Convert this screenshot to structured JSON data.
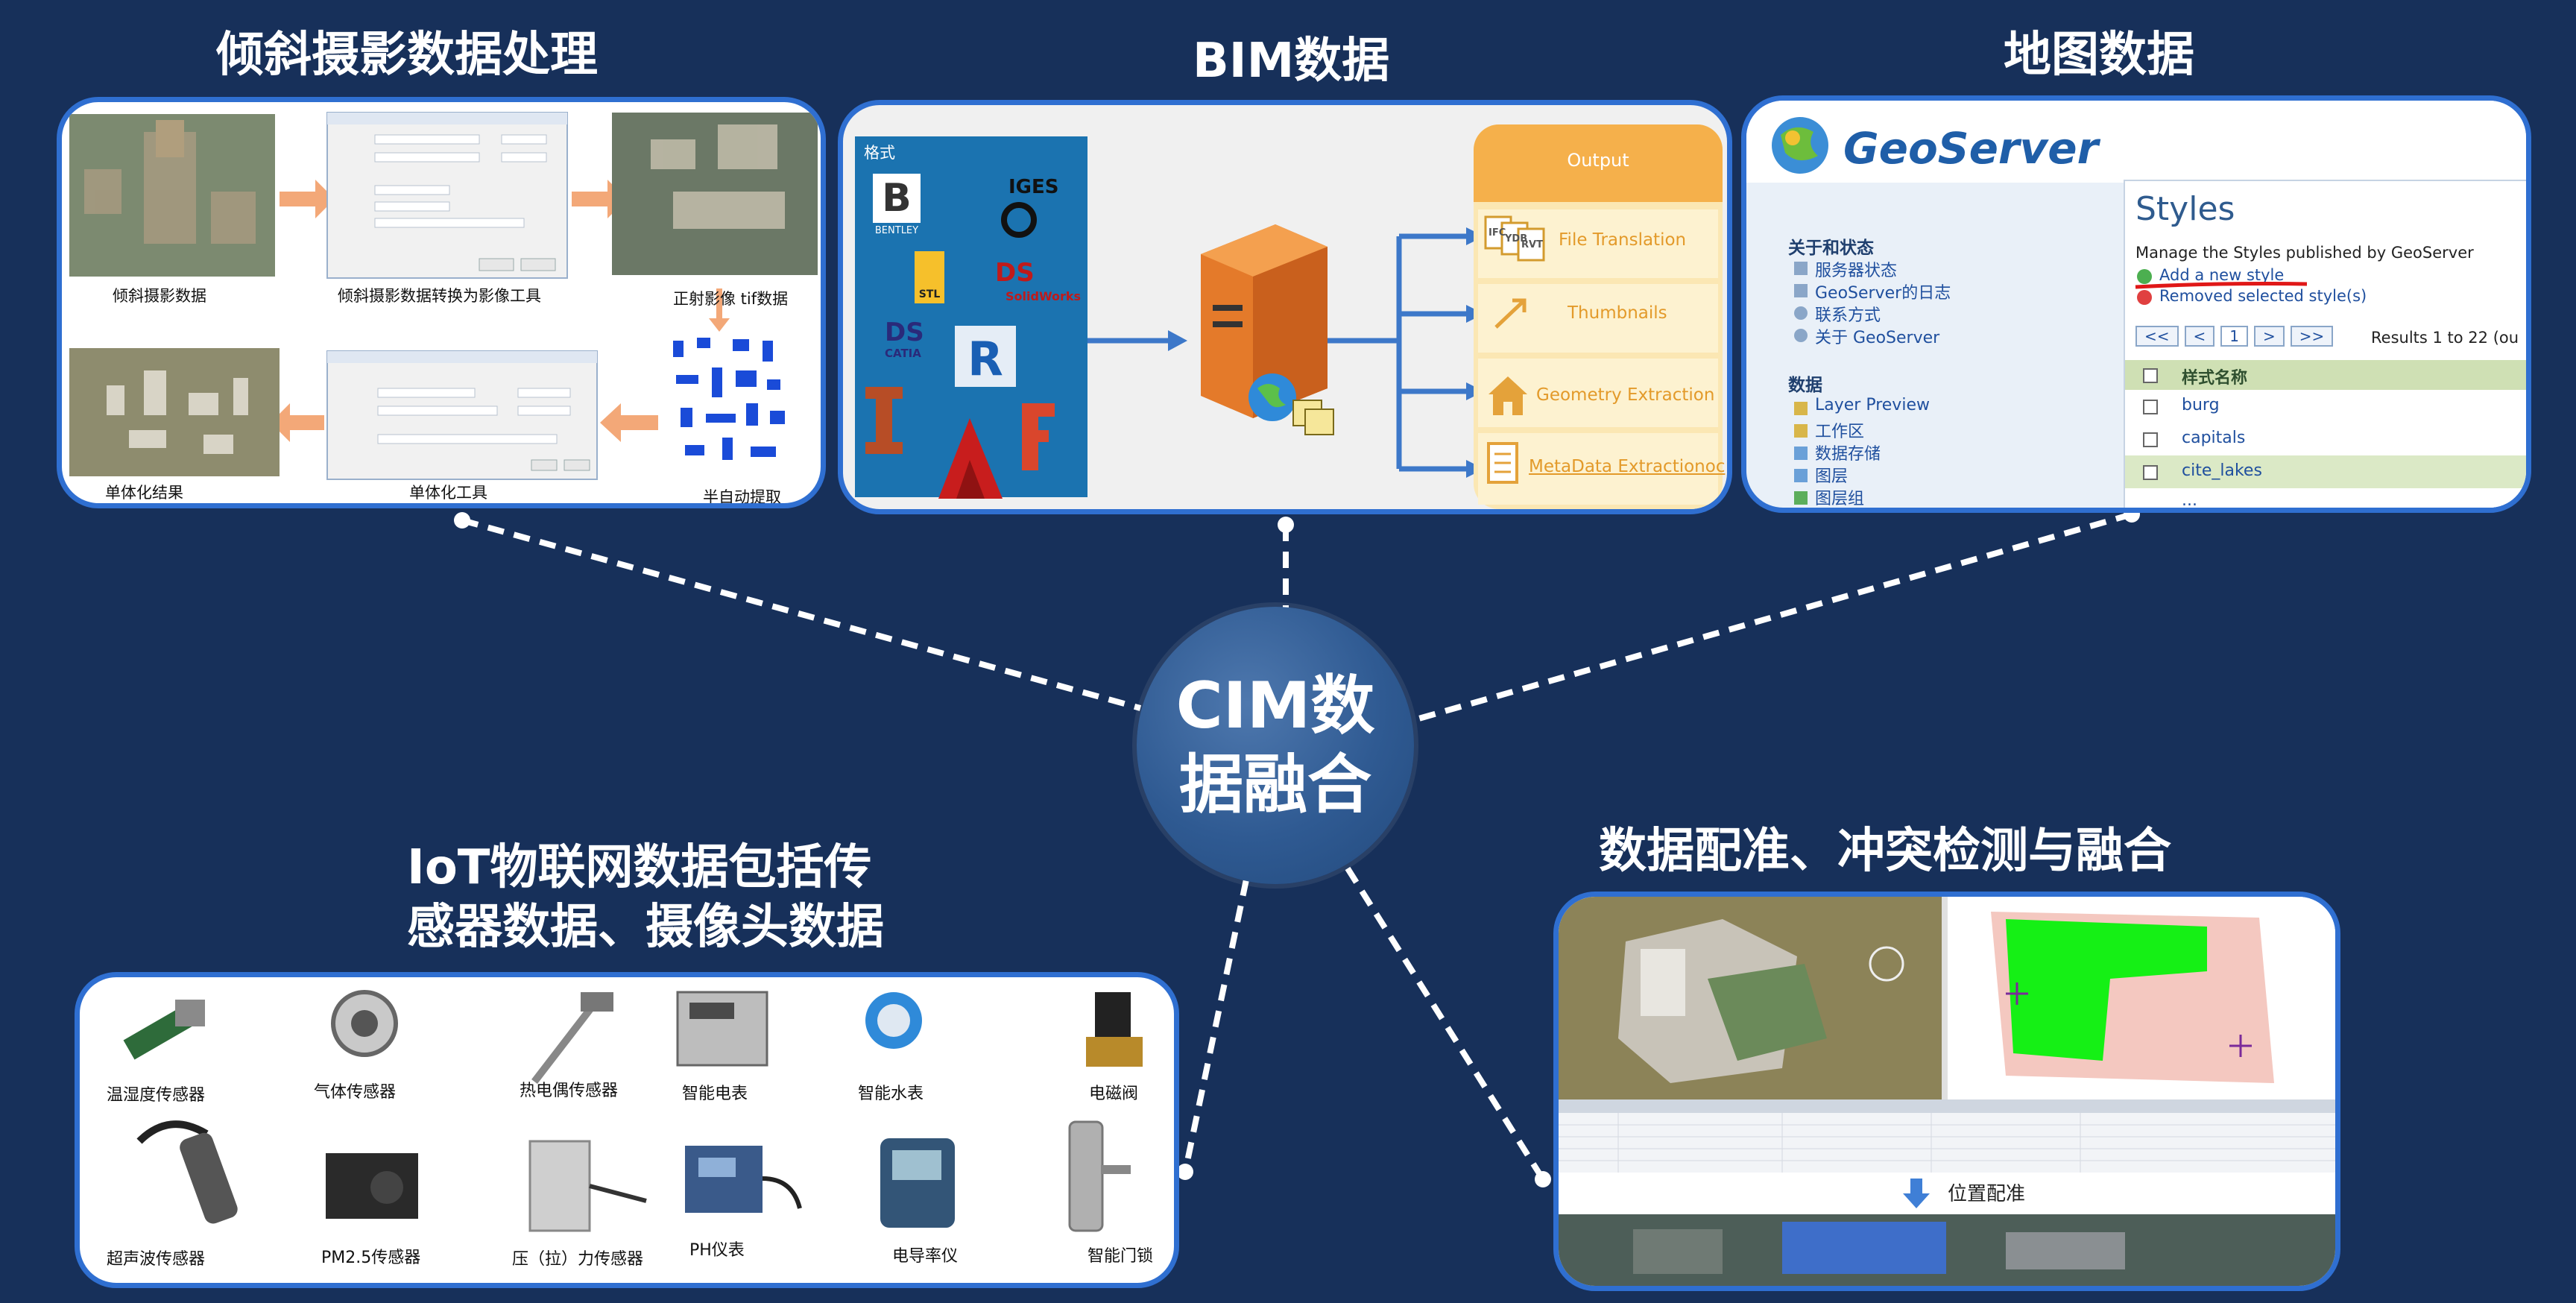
{
  "hub": {
    "line1": "CIM数",
    "line2": "据融合"
  },
  "sections": {
    "oblique": {
      "title": "倾斜摄影数据处理",
      "captions": {
        "raw": "倾斜摄影数据",
        "convert": "倾斜摄影数据转换为影像工具",
        "ortho": "正射影像 tif数据",
        "result": "单体化结果",
        "tool": "单体化工具",
        "semi": "半自动提取"
      }
    },
    "bim": {
      "title": "BIM数据",
      "formats_label": "格式",
      "format_logos": {
        "bentley": "BENTLEY",
        "iges": "IGES",
        "stl": "STL",
        "solidworks": "SolidWorks",
        "catia": "CATIA"
      },
      "output_header": "Output",
      "outputs": [
        "File Translation",
        "Thumbnails",
        "Geometry Extraction",
        "MetaData Extractionoc"
      ],
      "file_tags": [
        "IFC",
        "YDB",
        "RVT"
      ]
    },
    "map": {
      "title": "地图数据",
      "brand": "GeoServer",
      "sidebar_head1": "关于和状态",
      "sidebar_links1": [
        "服务器状态",
        "GeoServer的日志",
        "联系方式",
        "关于 GeoServer"
      ],
      "sidebar_head2": "数据",
      "sidebar_links2": [
        "Layer Preview",
        "工作区",
        "数据存储",
        "图层",
        "图层组"
      ],
      "styles_title": "Styles",
      "styles_desc": "Manage the Styles published by GeoServer",
      "add_style": "Add a new style",
      "remove_style": "Removed selected style(s)",
      "pager": [
        "<<",
        "<",
        "1",
        ">",
        ">>"
      ],
      "results": "Results 1 to 22 (ou",
      "table_header": "样式名称",
      "rows": [
        "burg",
        "capitals",
        "cite_lakes",
        "..."
      ]
    },
    "iot": {
      "title_line1": "IoT物联网数据包括传",
      "title_line2": "感器数据、摄像头数据",
      "row1": [
        "温湿度传感器",
        "气体传感器",
        "热电偶传感器",
        "智能电表",
        "智能水表",
        "电磁阀"
      ],
      "row2": [
        "超声波传感器",
        "PM2.5传感器",
        "压（拉）力传感器",
        "PH仪表",
        "电导率仪",
        "智能门锁"
      ]
    },
    "registration": {
      "title": "数据配准、冲突检测与融合",
      "position_label": "位置配准"
    }
  },
  "colors": {
    "background": "#17305a",
    "panel_border": "#2f6fd1",
    "output_orange": "#f5b04b",
    "hub": "#2f5a92"
  }
}
